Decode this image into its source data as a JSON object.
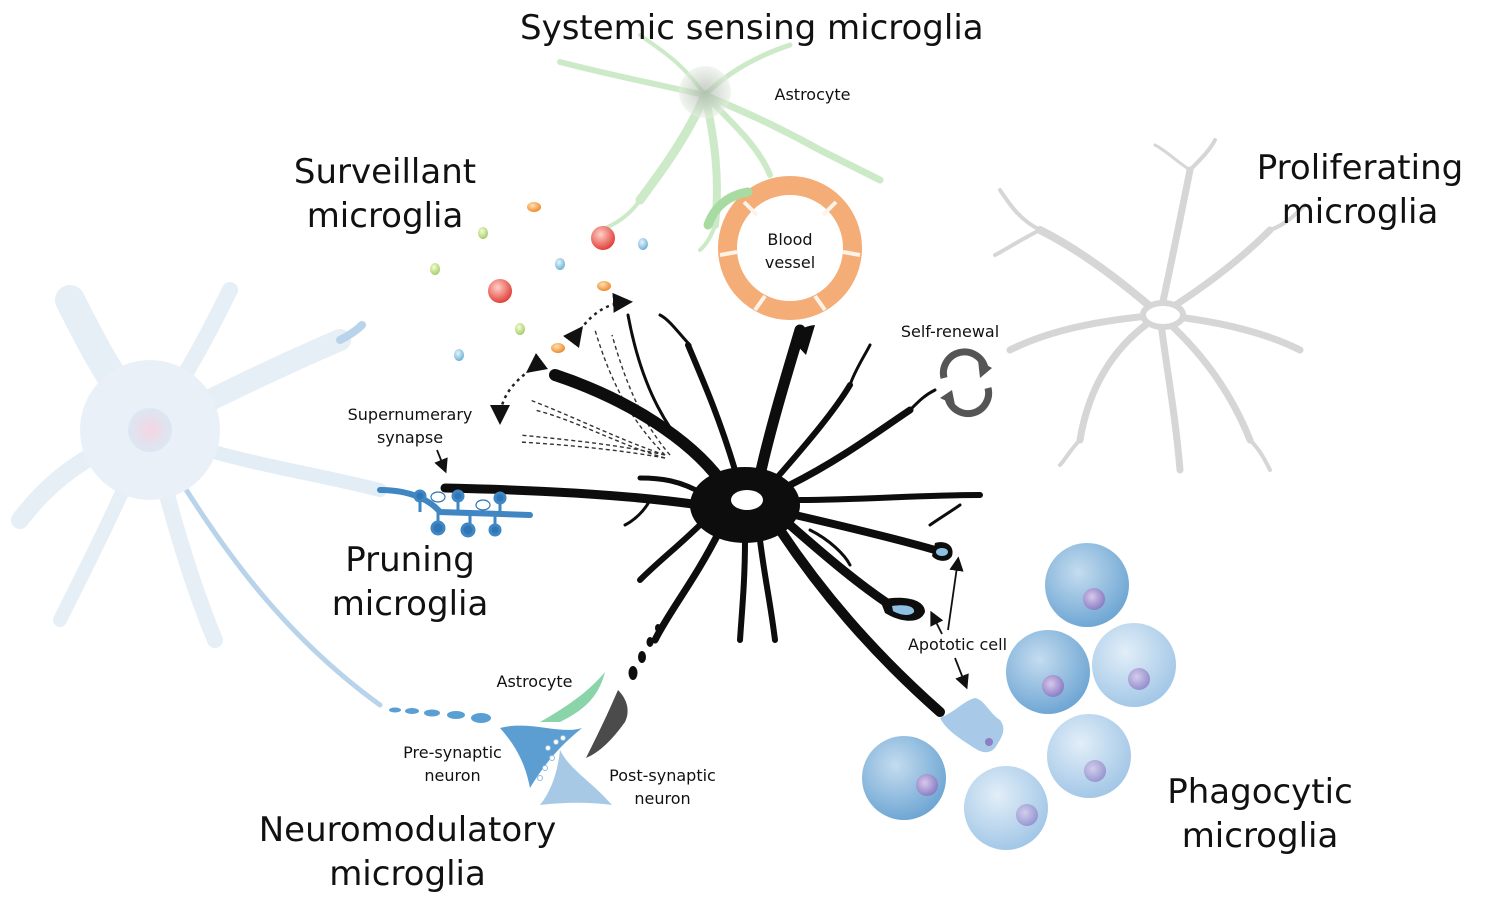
{
  "headings": {
    "systemic": "Systemic sensing microglia",
    "surveillant": [
      "Surveillant",
      "microglia"
    ],
    "proliferating": [
      "Proliferating",
      "microglia"
    ],
    "pruning": [
      "Pruning",
      "microglia"
    ],
    "neuromodulatory": [
      "Neuromodulatory",
      "microglia"
    ],
    "phagocytic": [
      "Phagocytic",
      "microglia"
    ]
  },
  "labels": {
    "astrocyte_top": "Astrocyte",
    "blood_vessel": [
      "Blood",
      "vessel"
    ],
    "self_renewal": "Self-renewal",
    "supernumerary_synapse": [
      "Supernumerary",
      "synapse"
    ],
    "apoptotic_cell": "Apototic cell",
    "astrocyte_bottom": "Astrocyte",
    "pre_synaptic": [
      "Pre-synaptic",
      "neuron"
    ],
    "post_synaptic": [
      "Post-synaptic",
      "neuron"
    ]
  },
  "colors": {
    "microglia": "#0d0d0d",
    "neuron": "#4a90c8",
    "astrocyte": "#9fd89a",
    "vessel": "#f2a66b",
    "proliferating": "#bdbdbd",
    "phagocytic_cell": "#7fb2dc"
  }
}
